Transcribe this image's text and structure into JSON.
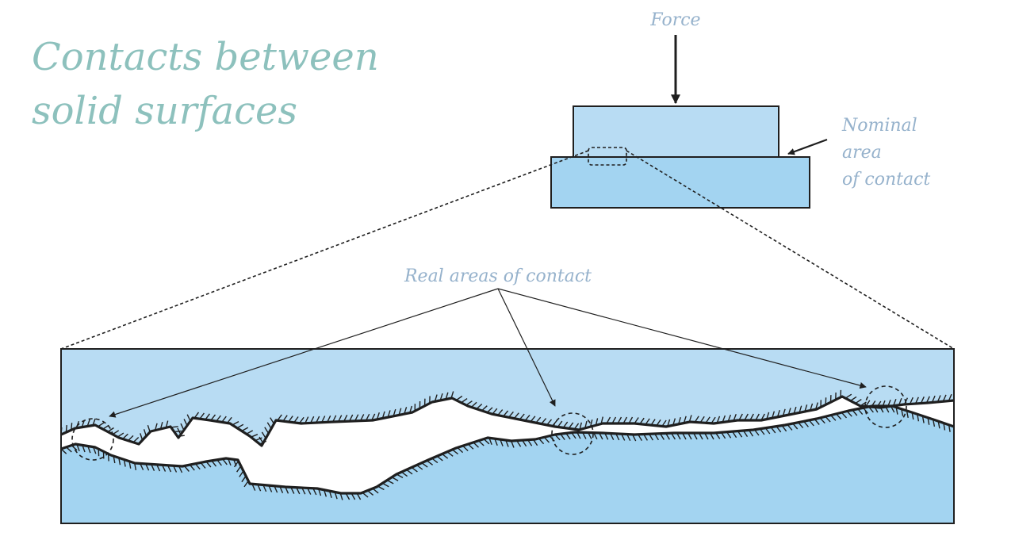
{
  "title": {
    "line1": "Contacts between",
    "line2": "solid surfaces"
  },
  "labels": {
    "force": "Force",
    "nominal_line1": "Nominal",
    "nominal_line2": "area",
    "nominal_line3": "of contact",
    "real_areas": "Real areas of contact"
  },
  "colors": {
    "title": "#8dc1bd",
    "label": "#96b2cc",
    "upper_block": "#b8dcf3",
    "lower_block": "#a3d4f1",
    "outline": "#1f1f1f"
  }
}
